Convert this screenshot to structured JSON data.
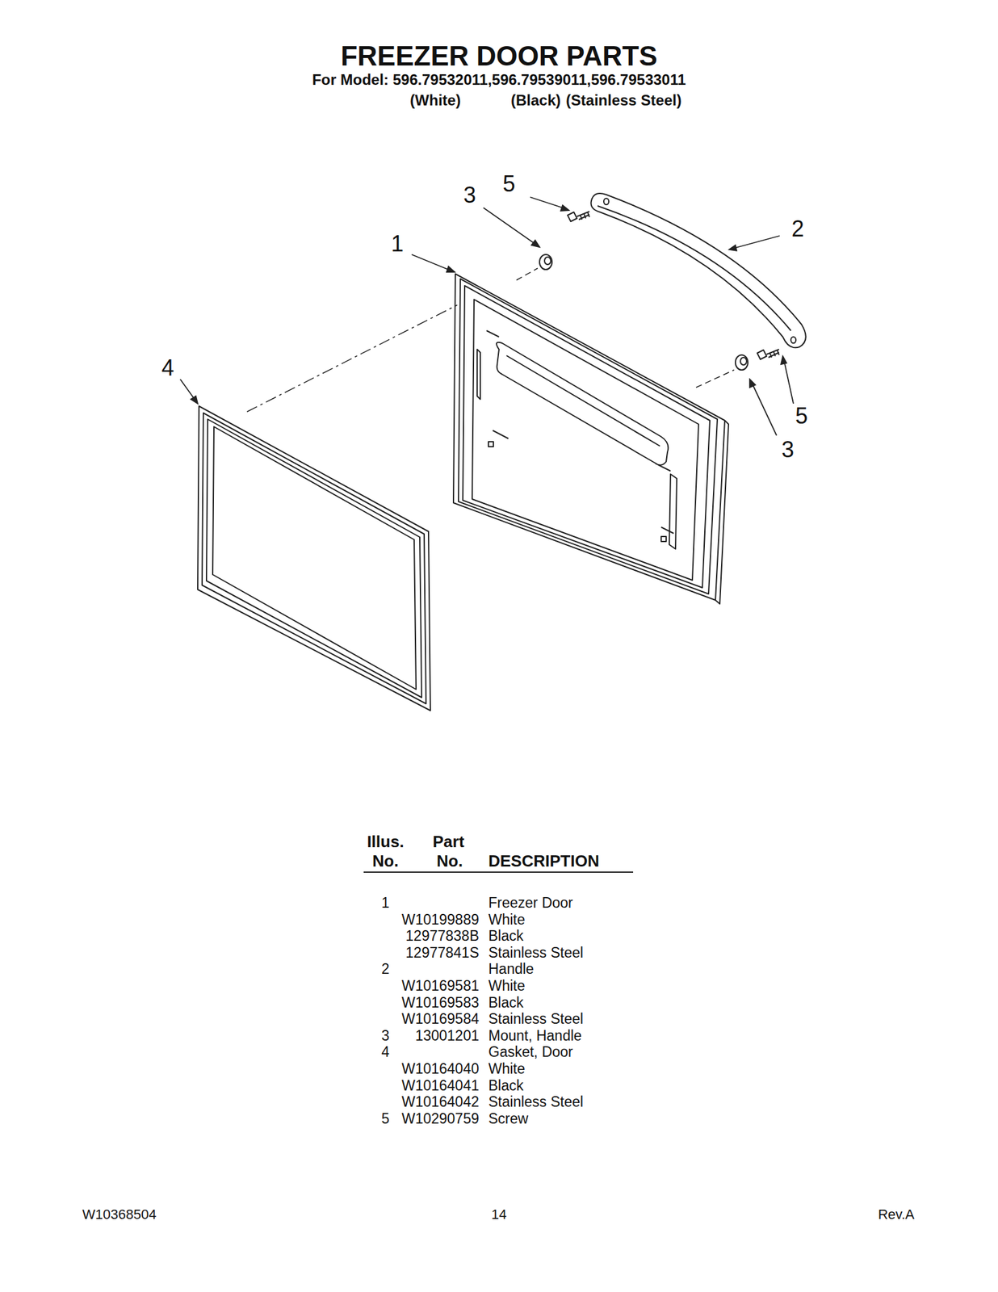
{
  "diagram": {
    "title": "FREEZER DOOR PARTS",
    "labels": [
      "For Model: 596.79532011,596.79539011,596.79533011",
      "(White)",
      "(Black)",
      "(Stainless Steel)",
      "3",
      "5",
      "1",
      "2",
      "4",
      "5",
      "3",
      "Illus.",
      "Part",
      "No.",
      "No.",
      "DESCRIPTION",
      "1",
      "Freezer Door",
      "W10199889",
      "White",
      "12977838B",
      "Black",
      "12977841S",
      "Stainless Steel",
      "2",
      "Handle",
      "W10169581",
      "White",
      "W10169583",
      "Black",
      "W10169584",
      "Stainless Steel",
      "3",
      "13001201",
      "Mount, Handle",
      "4",
      "Gasket, Door",
      "W10164040",
      "White",
      "W10164041",
      "Black",
      "W10164042",
      "Stainless Steel",
      "5",
      "W10290759",
      "Screw",
      "W10368504",
      "14",
      "Rev.A"
    ]
  }
}
